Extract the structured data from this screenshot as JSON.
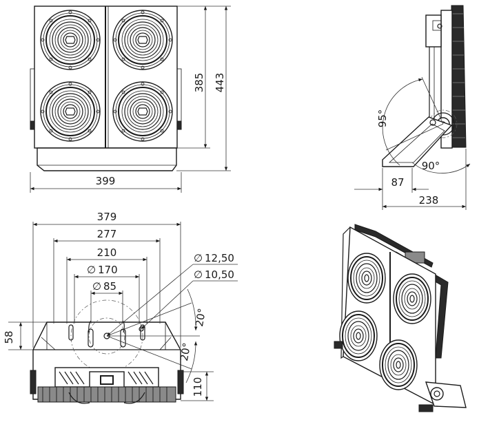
{
  "front_view": {
    "width_label": "399",
    "height_inner_label": "385",
    "height_total_label": "443"
  },
  "side_view": {
    "tilt_up_label": "95°",
    "tilt_down_label": "90°",
    "mount_offset_label": "87",
    "depth_label": "238"
  },
  "bottom_view": {
    "width_379": "379",
    "width_277": "277",
    "width_210": "210",
    "dia_170": "170",
    "dia_85": "85",
    "hole_1250": "12,50",
    "hole_1050": "10,50",
    "angle_top": "20°",
    "angle_bottom": "20°",
    "height_58": "58",
    "height_110": "110",
    "diameter_symbol": "∅"
  }
}
